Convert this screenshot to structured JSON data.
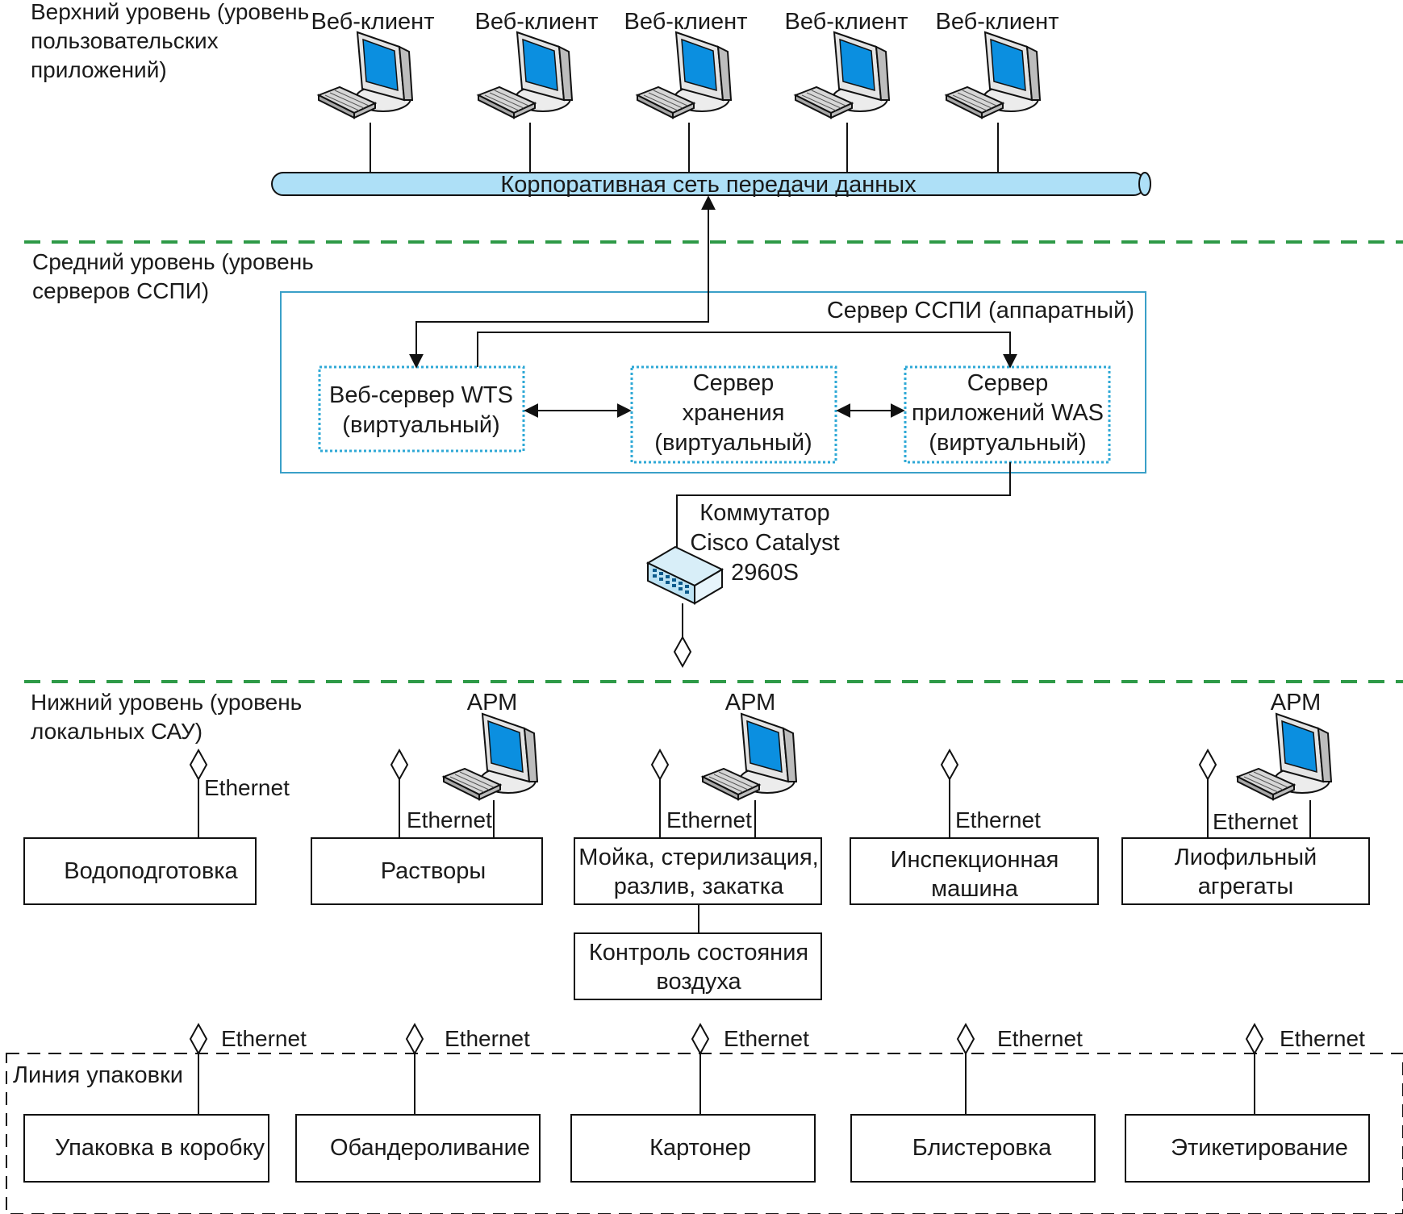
{
  "levels": {
    "top": [
      "Верхний уровень (уровень",
      "пользовательских",
      "приложений)"
    ],
    "middle": [
      "Средний уровень (уровень",
      "серверов ССПИ)"
    ],
    "bottom": [
      "Нижний уровень (уровень",
      "локальных САУ)"
    ]
  },
  "web_clients": [
    "Веб-клиент",
    "Веб-клиент",
    "Веб-клиент",
    "Веб-клиент",
    "Веб-клиент"
  ],
  "network_label": "Корпоративная сеть передачи данных",
  "server_hw_label": "Сервер ССПИ (аппаратный)",
  "virtual_servers": [
    [
      "Веб-сервер WTS",
      "(виртуальный)"
    ],
    [
      "Сервер",
      "хранения",
      "(виртуальный)"
    ],
    [
      "Сервер",
      "приложений WAS",
      "(виртуальный)"
    ]
  ],
  "switch_label": [
    "Коммутатор",
    "Cisco Catalyst",
    "2960S"
  ],
  "workstation_label": "АРМ",
  "ethernet_label": "Ethernet",
  "local_systems": [
    [
      "Водоподготовка"
    ],
    [
      "Растворы"
    ],
    [
      "Мойка, стерилизация,",
      "разлив, закатка"
    ],
    [
      "Инспекционная",
      "машина"
    ],
    [
      "Лиофильный",
      "агрегаты"
    ]
  ],
  "air_control": [
    "Контроль состояния",
    "воздуха"
  ],
  "packing_line_label": "Линия упаковки",
  "packing_units": [
    "Упаковка в коробку",
    "Обандероливание",
    "Картонер",
    "Блистеровка",
    "Этикетирование"
  ],
  "colors": {
    "separator": "#2e9a47",
    "server_frame": "#3aa0c8",
    "virtual_frame": "#2ea8d6",
    "network_pipe": "#aee0f7",
    "monitor_screen": "#0b8fe0"
  }
}
